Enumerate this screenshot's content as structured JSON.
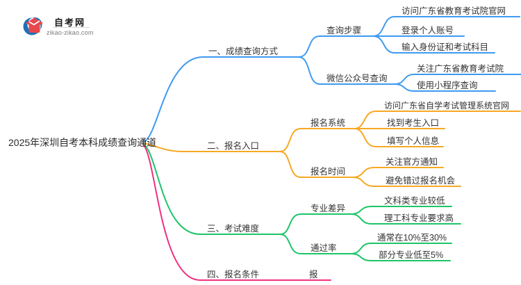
{
  "logo": {
    "site_name": "自考网",
    "site_url": "zikao-zikao.com"
  },
  "mindmap": {
    "root": "2025年深圳自考本科成绩查询通道",
    "branches": [
      {
        "label": "一、成绩查询方式",
        "color": "#3d9af2",
        "subs": [
          {
            "label": "查询步骤",
            "children": [
              "访问广东省教育考试院官网",
              "登录个人账号",
              "输入身份证和考试科目"
            ]
          },
          {
            "label": "微信公众号查询",
            "children": [
              "关注广东省教育考试院",
              "使用小程序查询"
            ]
          }
        ]
      },
      {
        "label": "二、报名入口",
        "color": "#f7a823",
        "subs": [
          {
            "label": "报名系统",
            "children": [
              "访问广东省自学考试管理系统官网",
              "找到考生入口",
              "填写个人信息"
            ]
          },
          {
            "label": "报名时间",
            "children": [
              "关注官方通知",
              "避免错过报名机会"
            ]
          }
        ]
      },
      {
        "label": "三、考试难度",
        "color": "#1dc468",
        "subs": [
          {
            "label": "专业差异",
            "children": [
              "文科类专业较低",
              "理工科专业要求高"
            ]
          },
          {
            "label": "通过率",
            "children": [
              "通常在10%至30%",
              "部分专业低至5%"
            ]
          }
        ]
      },
      {
        "label": "四、报名条件",
        "color": "#f0317f",
        "subs": [
          {
            "label": "报",
            "children": []
          }
        ]
      }
    ]
  }
}
